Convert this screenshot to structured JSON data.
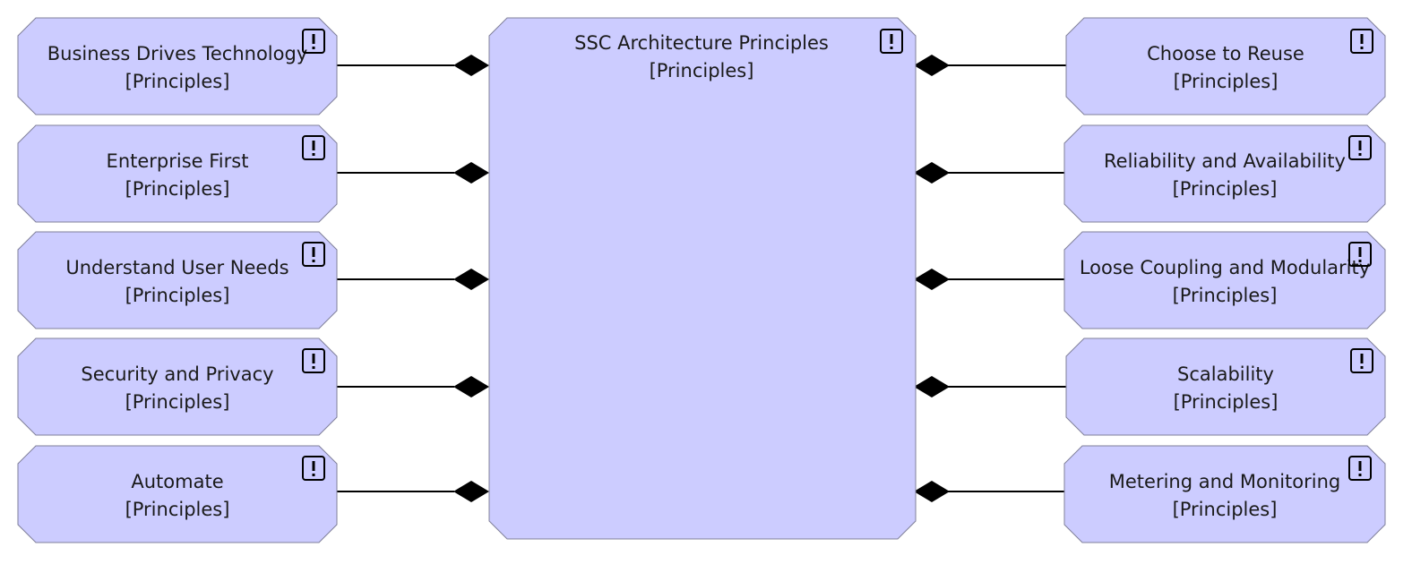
{
  "colors": {
    "element_fill": "#ccccff",
    "element_stroke": "#7f7f99",
    "connector": "#000000",
    "text": "#1a1a1a"
  },
  "center": {
    "name": "SSC Architecture Principles",
    "stereotype": "[Principles]",
    "icon": "principle-icon"
  },
  "left_principles": [
    {
      "name": "Business Drives Technology",
      "stereotype": "[Principles]",
      "icon": "principle-icon"
    },
    {
      "name": "Enterprise First",
      "stereotype": "[Principles]",
      "icon": "principle-icon"
    },
    {
      "name": "Understand User Needs",
      "stereotype": "[Principles]",
      "icon": "principle-icon"
    },
    {
      "name": "Security and Privacy",
      "stereotype": "[Principles]",
      "icon": "principle-icon"
    },
    {
      "name": "Automate",
      "stereotype": "[Principles]",
      "icon": "principle-icon"
    }
  ],
  "right_principles": [
    {
      "name": "Choose to Reuse",
      "stereotype": "[Principles]",
      "icon": "principle-icon"
    },
    {
      "name": "Reliability and Availability",
      "stereotype": "[Principles]",
      "icon": "principle-icon"
    },
    {
      "name": "Loose Coupling and Modularity",
      "stereotype": "[Principles]",
      "icon": "principle-icon"
    },
    {
      "name": "Scalability",
      "stereotype": "[Principles]",
      "icon": "principle-icon"
    },
    {
      "name": "Metering and Monitoring",
      "stereotype": "[Principles]",
      "icon": "principle-icon"
    }
  ],
  "relationship": "composition"
}
